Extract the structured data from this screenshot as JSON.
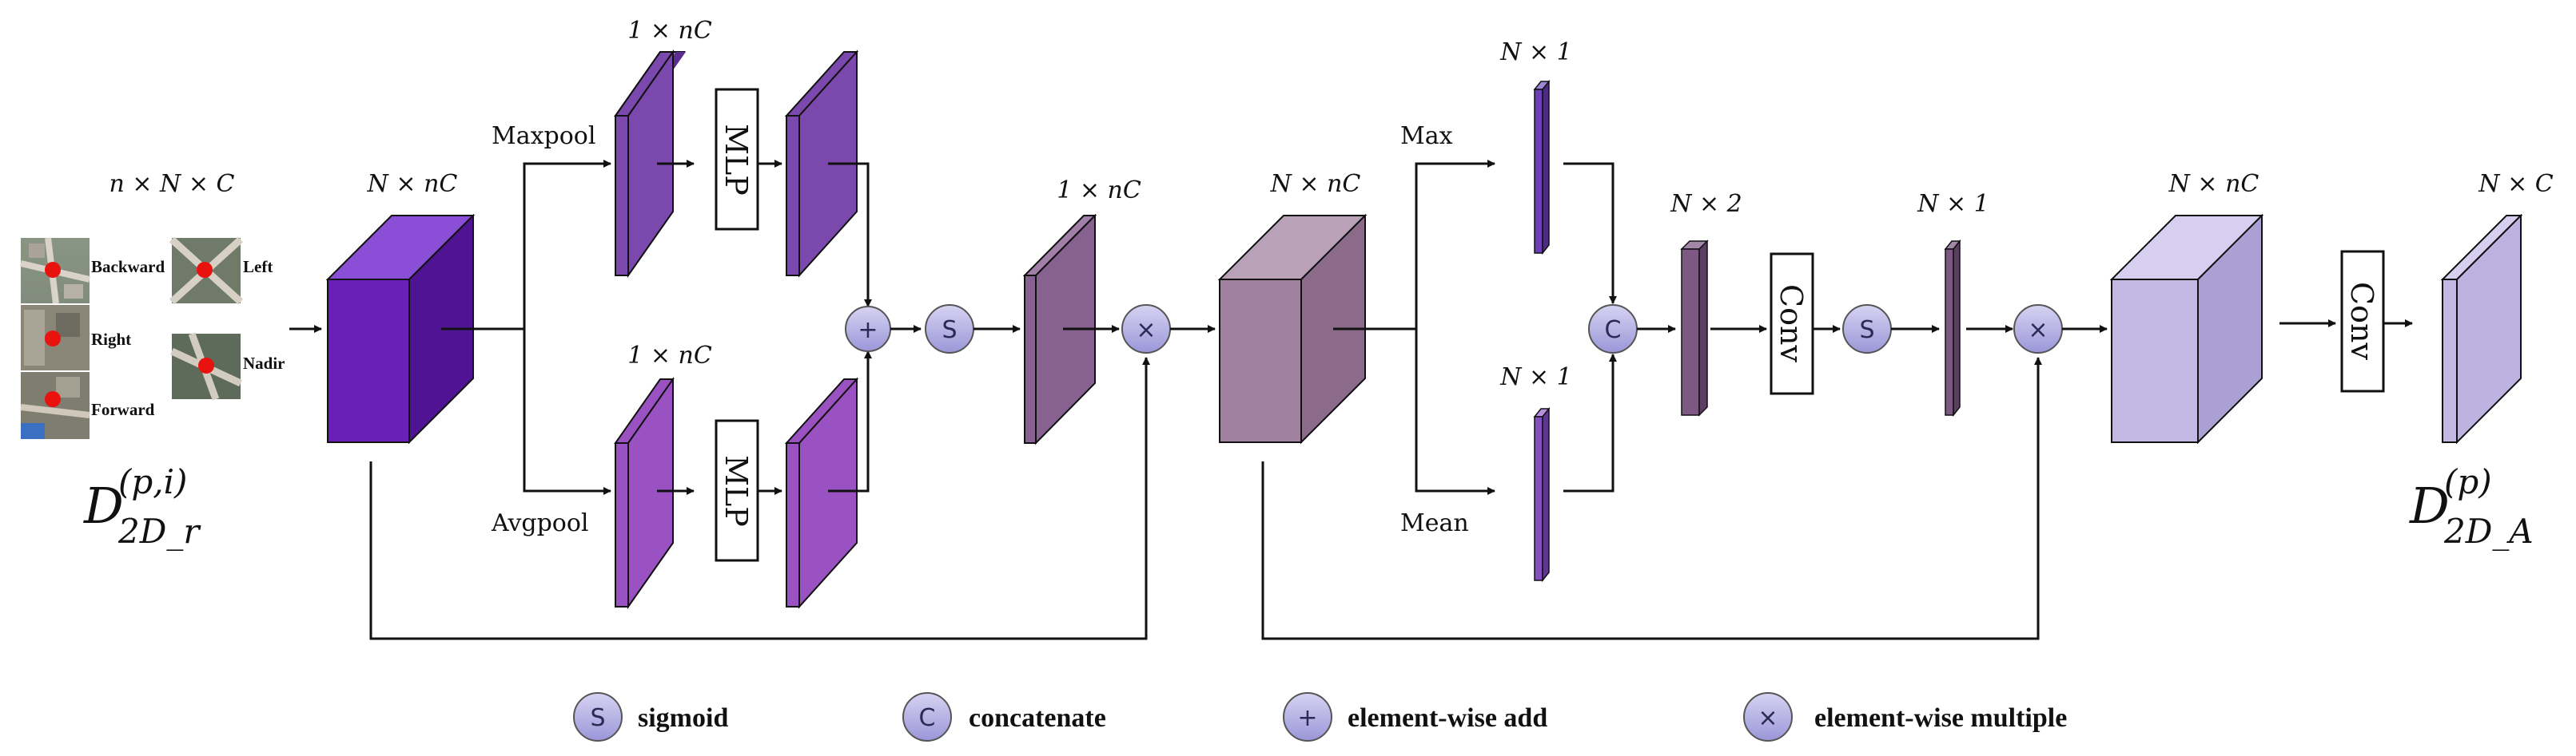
{
  "colors": {
    "block_dark": "#6a1fb8",
    "block_mid": "#7b48ad",
    "block_light": "#9a52c2",
    "block_mauve": "#87618f",
    "block_rose": "#a0819f",
    "block_lavender": "#c2b8e3",
    "bar_purple": "#6b3fb5",
    "bar_violet": "#8450c0",
    "bar_brown": "#7c5883",
    "op_fill": "#b8b4e6"
  },
  "input": {
    "dim": "n × N × C",
    "views": [
      "Backward",
      "Left",
      "Right",
      "Nadir",
      "Forward"
    ],
    "symbol_main": "D",
    "symbol_sup": "(p,i)",
    "symbol_sub": "2D_r"
  },
  "channel_attention": {
    "cube_dim": "N × nC",
    "top_dim": "1 × nC",
    "bottom_dim": "1 × nC",
    "top_pool": "Maxpool",
    "bottom_pool": "Avgpool",
    "mlp_label": "MLP",
    "out_dim": "1 × nC"
  },
  "spatial_attention": {
    "cube_dim": "N × nC",
    "top_pool": "Max",
    "bottom_pool": "Mean",
    "top_dim": "N × 1",
    "bottom_dim": "N × 1",
    "concat_dim": "N × 2",
    "conv_label": "Conv",
    "out_dim": "N × 1"
  },
  "output": {
    "cube_dim": "N × nC",
    "conv_label": "Conv",
    "final_dim": "N × C",
    "symbol_main": "D",
    "symbol_sup": "(p)",
    "symbol_sub": "2D_A"
  },
  "operators": {
    "sigmoid": "S",
    "concat": "C",
    "add": "+",
    "multiply": "×"
  },
  "legend": [
    {
      "symbol": "S",
      "label": "sigmoid"
    },
    {
      "symbol": "C",
      "label": "concatenate"
    },
    {
      "symbol": "+",
      "label": "element-wise add"
    },
    {
      "symbol": "×",
      "label": "element-wise multiple"
    }
  ]
}
